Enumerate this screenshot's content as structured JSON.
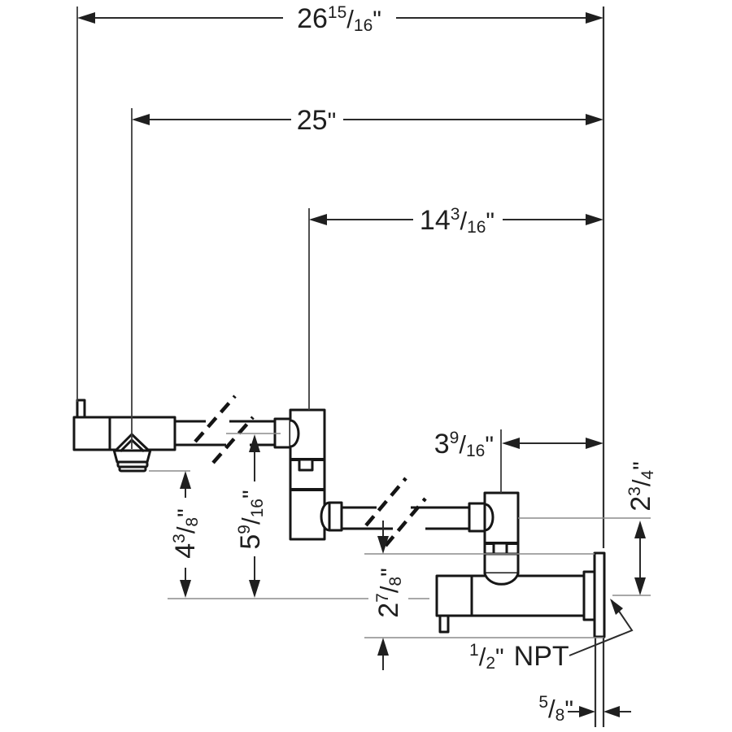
{
  "symbols": {
    "slash": "/",
    "inch": "\""
  },
  "dimensions": {
    "overall_width": {
      "whole": "26",
      "num": "15",
      "den": "16"
    },
    "spout_reach": {
      "whole": "25"
    },
    "arm_reach": {
      "whole": "14",
      "num": "3",
      "den": "16"
    },
    "joint_offset": {
      "whole": "3",
      "num": "9",
      "den": "16"
    },
    "arm_drop": {
      "whole": "2",
      "num": "3",
      "den": "4"
    },
    "aerator_height": {
      "whole": "4",
      "num": "3",
      "den": "8"
    },
    "arm_height": {
      "whole": "5",
      "num": "9",
      "den": "16"
    },
    "escutcheon_height": {
      "whole": "2",
      "num": "7",
      "den": "8"
    },
    "supply_connection": {
      "num": "1",
      "den": "2",
      "suffix": "NPT"
    },
    "escutcheon_depth": {
      "num": "5",
      "den": "8"
    }
  },
  "colors": {
    "line": "#161616",
    "dim": "#2a2a2a",
    "reference": "#8c8c8c",
    "background": "#ffffff"
  }
}
